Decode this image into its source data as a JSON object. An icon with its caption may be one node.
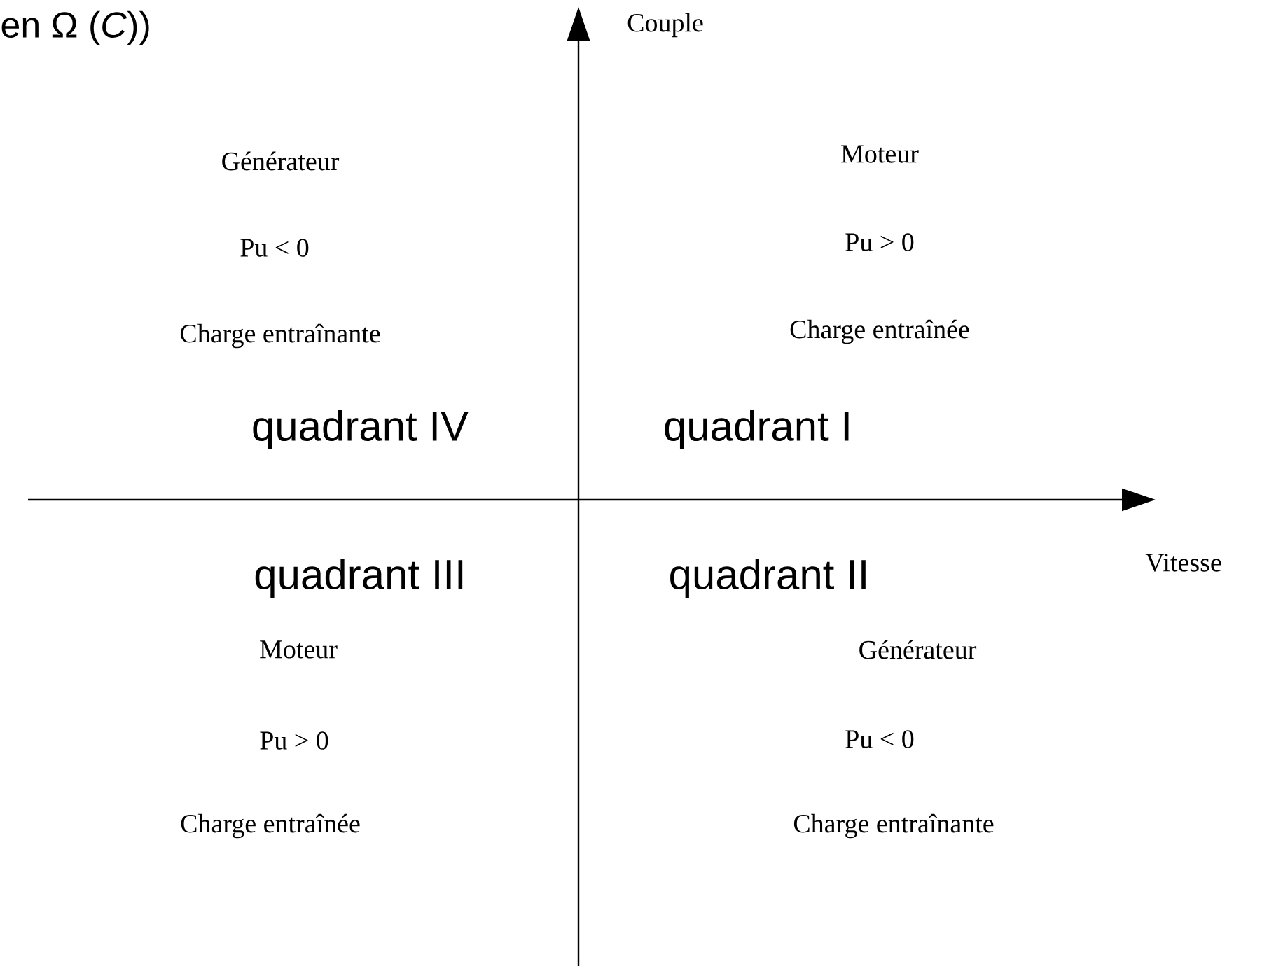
{
  "diagram": {
    "labels": [
      "en Ω (*C*))",
      "Couple",
      "Générateur",
      "Moteur",
      "Pu < 0",
      "Pu > 0",
      "Charge entraînante",
      "Charge entraînée",
      "quadrant IV",
      "quadrant I",
      "quadrant III",
      "quadrant II",
      "Vitesse",
      "Moteur",
      "Générateur",
      "Pu > 0",
      "Pu < 0",
      "Charge entraînée",
      "Charge entraînante"
    ]
  }
}
